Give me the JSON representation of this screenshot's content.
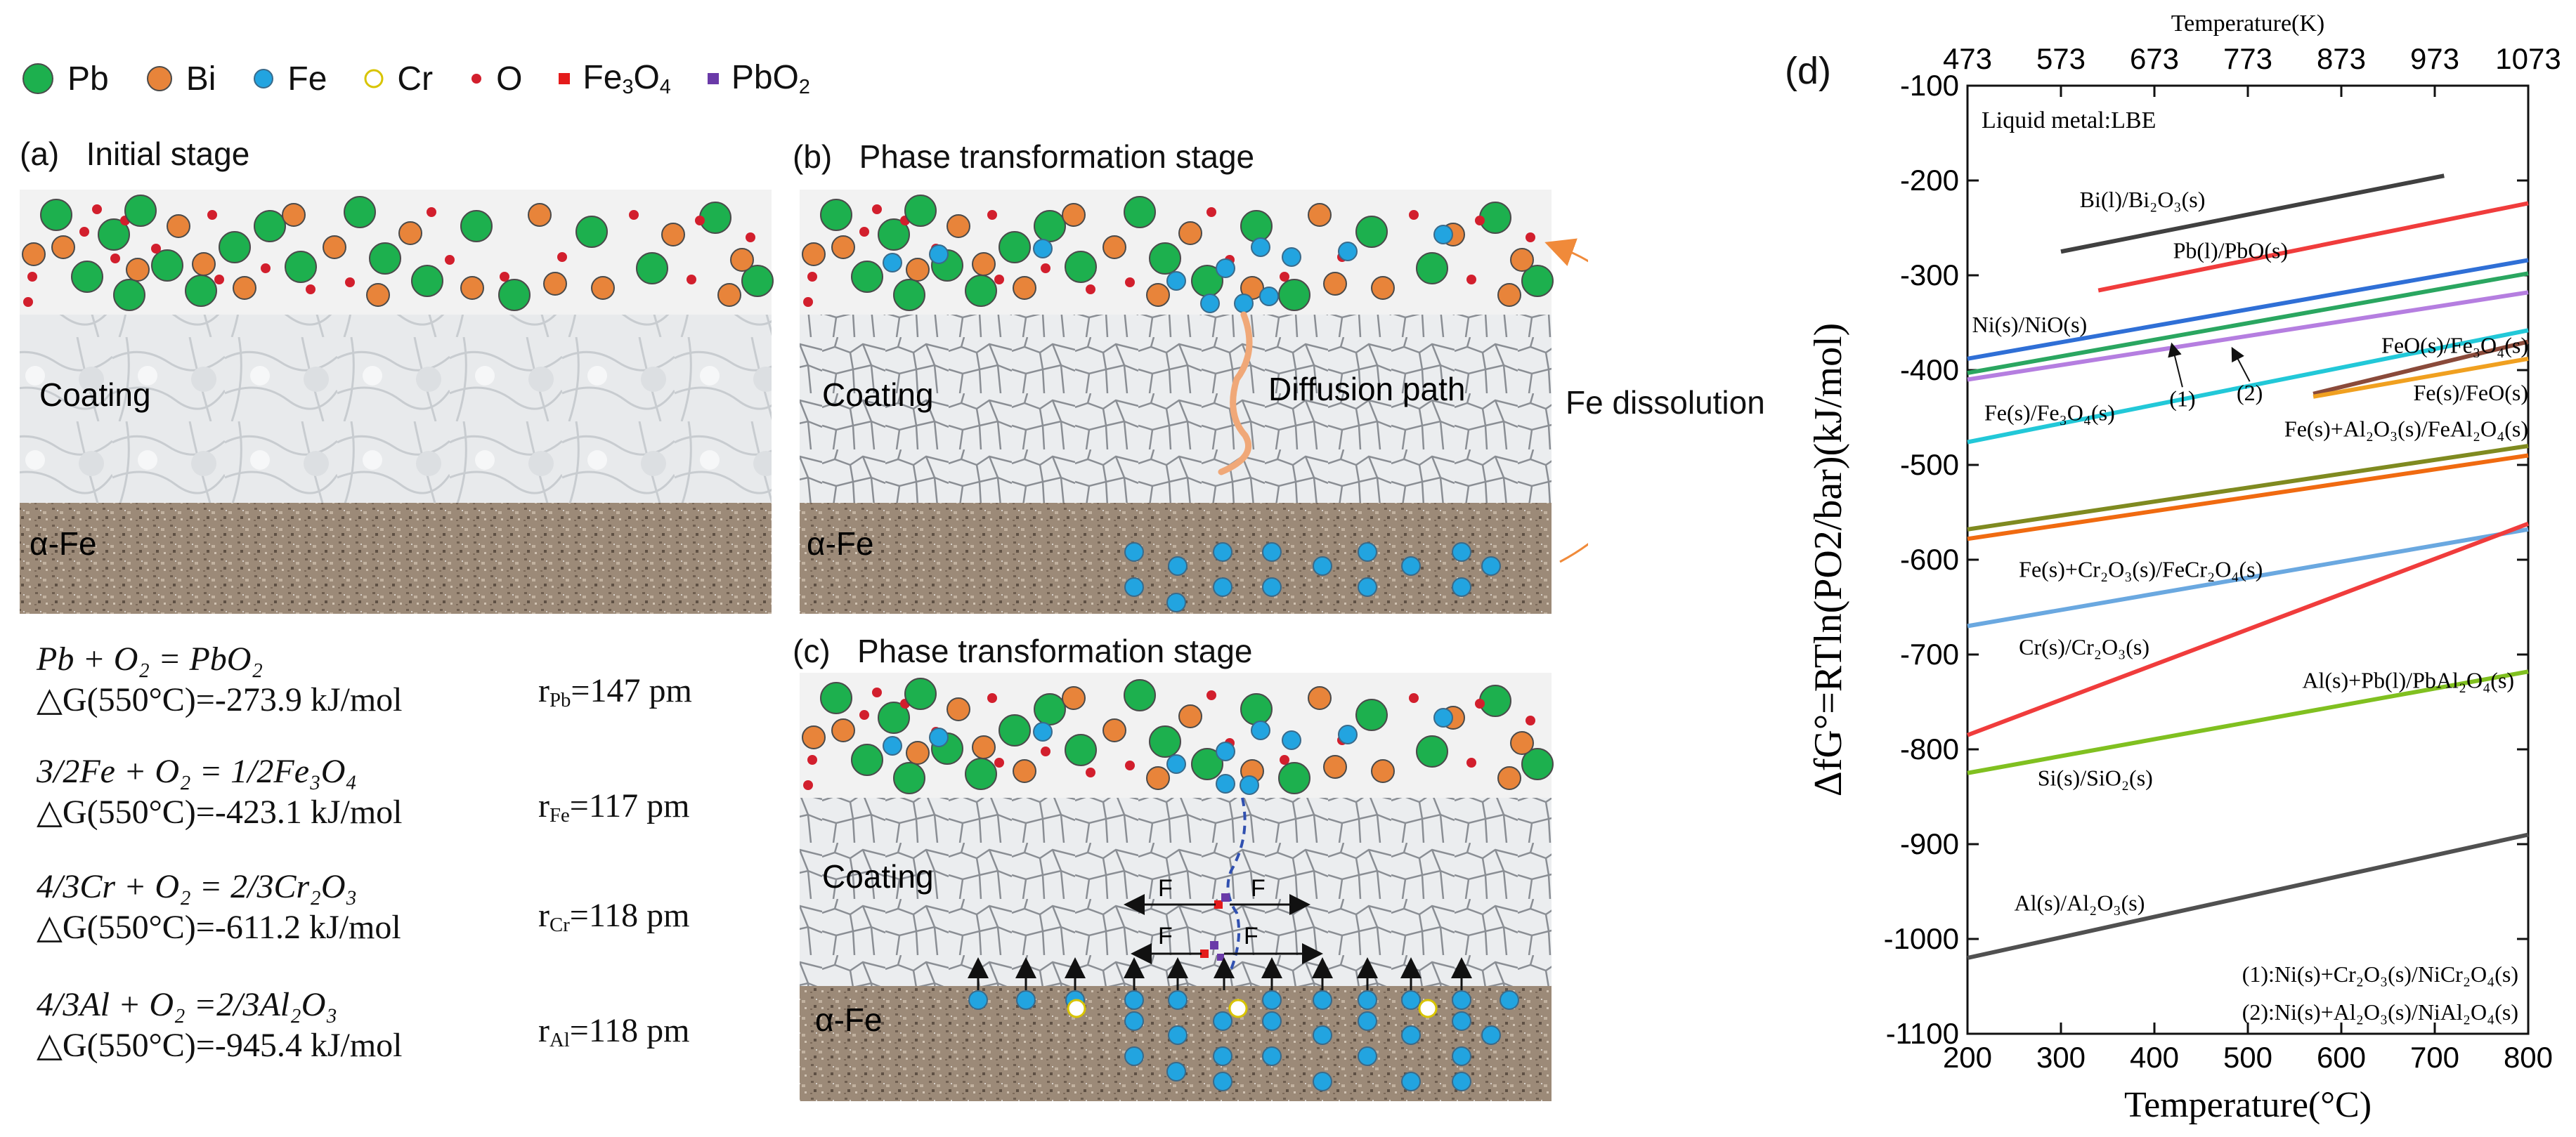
{
  "legend": {
    "items": [
      {
        "label": "Pb",
        "color": "#1db04e",
        "size": 44
      },
      {
        "label": "Bi",
        "color": "#e8843a",
        "size": 36
      },
      {
        "label": "Fe",
        "color": "#22a4e0",
        "size": 28
      },
      {
        "label": "Cr",
        "color": "#ffffff",
        "border": "#d8c400",
        "size": 26
      },
      {
        "label": "O",
        "color": "#d21f2d",
        "size": 16
      },
      {
        "label_main": "Fe",
        "label_sub": "3",
        "label_tail": "O",
        "label_sub2": "4",
        "color": "#e41b1b",
        "square": true
      },
      {
        "label_main": "PbO",
        "label_sub": "2",
        "color": "#6a3aa8",
        "square": true
      }
    ]
  },
  "panels": {
    "a": {
      "letter": "(a)",
      "title": "Initial stage",
      "coating": "Coating",
      "substrate": "α-Fe"
    },
    "b": {
      "letter": "(b)",
      "title": "Phase transformation stage",
      "coating": "Coating",
      "substrate": "α-Fe",
      "diffusion": "Diffusion path",
      "dissolution": "Fe dissolution"
    },
    "c": {
      "letter": "(c)",
      "title": "Phase transformation stage",
      "coating": "Coating",
      "substrate": "α-Fe",
      "force": "F"
    }
  },
  "equations": [
    {
      "reaction": "Pb + O₂ = PbO₂",
      "dg": "△G(550°C)=-273.9 kJ/mol",
      "radius_sym": "r",
      "radius_sub": "Pb",
      "radius_val": "=147 pm"
    },
    {
      "reaction": "3/2Fe + O₂ = 1/2Fe₃O₄",
      "dg": "△G(550°C)=-423.1 kJ/mol",
      "radius_sym": "r",
      "radius_sub": "Fe",
      "radius_val": "=117 pm"
    },
    {
      "reaction": "4/3Cr + O₂ = 2/3Cr₂O₃",
      "dg": "△G(550°C)=-611.2 kJ/mol",
      "radius_sym": "r",
      "radius_sub": "Cr",
      "radius_val": "=118 pm"
    },
    {
      "reaction": "4/3Al + O₂ =2/3Al₂O₃",
      "dg": "△G(550°C)=-945.4 kJ/mol",
      "radius_sym": "r",
      "radius_sub": "Al",
      "radius_val": "=118 pm"
    }
  ],
  "chart_data": {
    "type": "line",
    "panel_letter": "(d)",
    "title": "",
    "xlabel": "Temperature(°C)",
    "x2label": "Temperature(K)",
    "ylabel": "ΔfG°=RTln(PO2/bar)(kJ/mol)",
    "xlim": [
      200,
      800
    ],
    "ylim": [
      -1100,
      -100
    ],
    "xticks": [
      200,
      300,
      400,
      500,
      600,
      700,
      800
    ],
    "x2ticks": [
      473,
      573,
      673,
      773,
      873,
      973,
      1073
    ],
    "yticks": [
      -100,
      -200,
      -300,
      -400,
      -500,
      -600,
      -700,
      -800,
      -900,
      -1000,
      -1100
    ],
    "annotation": "Liquid metal:LBE",
    "footnotes": [
      "(1):Ni(s)+Cr₂O₃(s)/NiCr₂O₄(s)",
      "(2):Ni(s)+Al₂O₃(s)/NiAl₂O₄(s)"
    ],
    "series": [
      {
        "name": "Bi(l)/Bi₂O₃(s)",
        "color": "#404040",
        "x": [
          300,
          710
        ],
        "y": [
          -275,
          -195
        ]
      },
      {
        "name": "Pb(l)/PbO(s)",
        "color": "#f03c3c",
        "x": [
          340,
          800
        ],
        "y": [
          -316,
          -224
        ]
      },
      {
        "name": "Ni(s)/NiO(s)",
        "color": "#2f6fd6",
        "x": [
          200,
          800
        ],
        "y": [
          -388,
          -284
        ]
      },
      {
        "name": "(1)",
        "color": "#2aa660",
        "x": [
          200,
          800
        ],
        "y": [
          -403,
          -298
        ]
      },
      {
        "name": "(2)",
        "color": "#b57ee0",
        "x": [
          200,
          800
        ],
        "y": [
          -410,
          -318
        ]
      },
      {
        "name": "FeO(s)/Fe₃O₄(s)",
        "color": "#8a4a3a",
        "x": [
          570,
          800
        ],
        "y": [
          -425,
          -370
        ]
      },
      {
        "name": "Fe(s)/FeO(s)",
        "color": "#f0a020",
        "x": [
          570,
          800
        ],
        "y": [
          -428,
          -388
        ]
      },
      {
        "name": "Fe(s)/Fe₃O₄(s)",
        "color": "#22c8d8",
        "x": [
          200,
          800
        ],
        "y": [
          -476,
          -358
        ]
      },
      {
        "name": "Fe(s)+Al₂O₃(s)/FeAl₂O₄(s)",
        "color": "#7f8a20",
        "x": [
          200,
          800
        ],
        "y": [
          -568,
          -480
        ]
      },
      {
        "name": "Fe(s)+Cr₂O₃(s)/FeCr₂O₄(s)",
        "color": "#f06a10",
        "x": [
          200,
          800
        ],
        "y": [
          -578,
          -490
        ]
      },
      {
        "name": "Cr(s)/Cr₂O₃(s)",
        "color": "#6aa8e0",
        "x": [
          200,
          800
        ],
        "y": [
          -670,
          -568
        ]
      },
      {
        "name": "Al(s)+Pb(l)/PbAl₂O₄(s)",
        "color": "#f03c3c",
        "x": [
          200,
          800
        ],
        "y": [
          -785,
          -562
        ]
      },
      {
        "name": "Si(s)/SiO₂(s)",
        "color": "#80c020",
        "x": [
          200,
          800
        ],
        "y": [
          -825,
          -718
        ]
      },
      {
        "name": "Al(s)/Al₂O₃(s)",
        "color": "#505050",
        "x": [
          200,
          800
        ],
        "y": [
          -1020,
          -890
        ]
      }
    ]
  },
  "colors": {
    "lbe_band": "#f2f2f2",
    "coating": "#e4e6e8",
    "substrate": "#9a8878",
    "arrow": "#f08a3a",
    "diffusion_path": "#f0a878",
    "crack_path": "#3050b0"
  }
}
